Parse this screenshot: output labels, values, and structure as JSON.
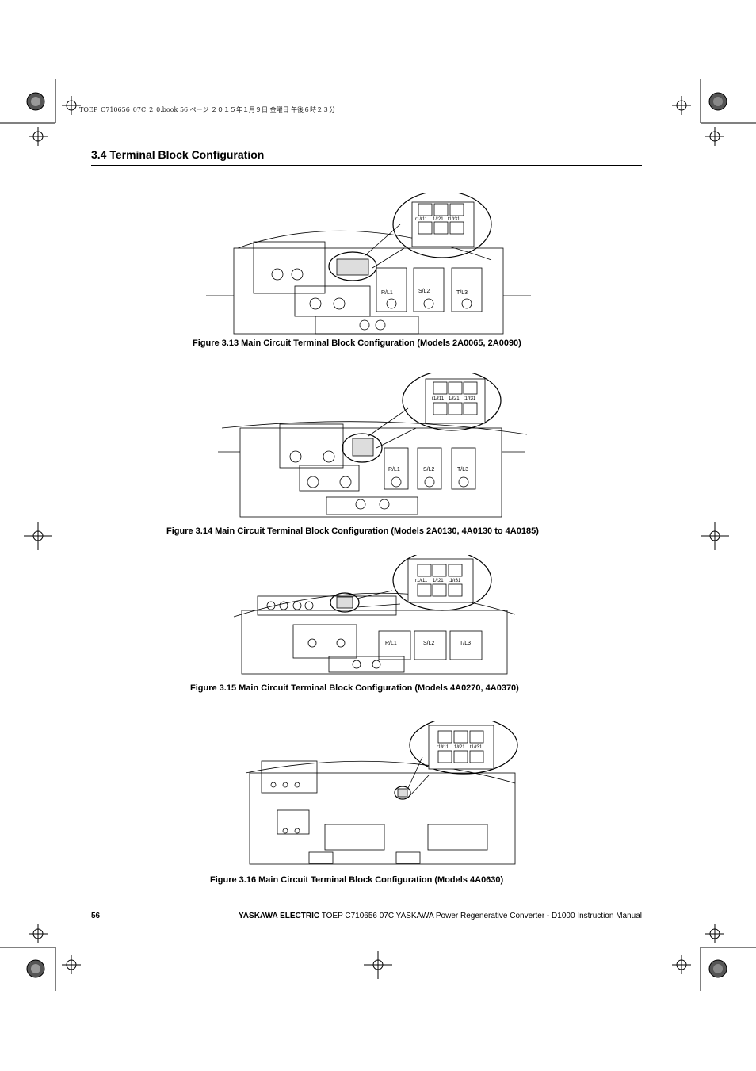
{
  "header": {
    "print_info": "TOEP_C710656_07C_2_0.book  56 ページ  ２０１５年１月９日  金曜日  午後６時２３分"
  },
  "section": {
    "title": "3.4  Terminal Block Configuration"
  },
  "terminal_labels": {
    "r": "R/L1",
    "s": "S/L2",
    "t": "T/L3",
    "tb1": "r1/ℓ11",
    "tb2": "1/ℓ21",
    "tb3": "t1/ℓ31"
  },
  "figures": [
    {
      "caption": "Figure 3.13  Main Circuit Terminal Block Configuration (Models 2A0065, 2A0090)"
    },
    {
      "caption": "Figure 3.14  Main Circuit Terminal Block Configuration (Models 2A0130, 4A0130 to 4A0185)"
    },
    {
      "caption": "Figure 3.15  Main Circuit Terminal Block Configuration (Models 4A0270, 4A0370)"
    },
    {
      "caption": "Figure 3.16  Main Circuit Terminal Block Configuration (Models 4A0630)"
    }
  ],
  "footer": {
    "page_number": "56",
    "brand": "YASKAWA ELECTRIC",
    "manual": " TOEP C710656 07C YASKAWA Power Regenerative Converter - D1000 Instruction Manual"
  }
}
